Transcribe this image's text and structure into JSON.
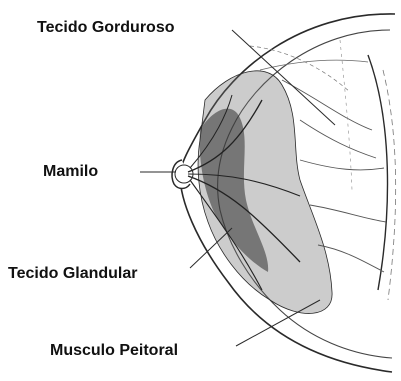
{
  "labels": {
    "fatty_tissue": "Tecido Gorduroso",
    "nipple": "Mamilo",
    "glandular_tissue": "Tecido Glandular",
    "pectoral_muscle": "Musculo Peitoral"
  },
  "colors": {
    "ink": "#2a2a2a",
    "label_text": "#111111",
    "background": "#ffffff"
  }
}
